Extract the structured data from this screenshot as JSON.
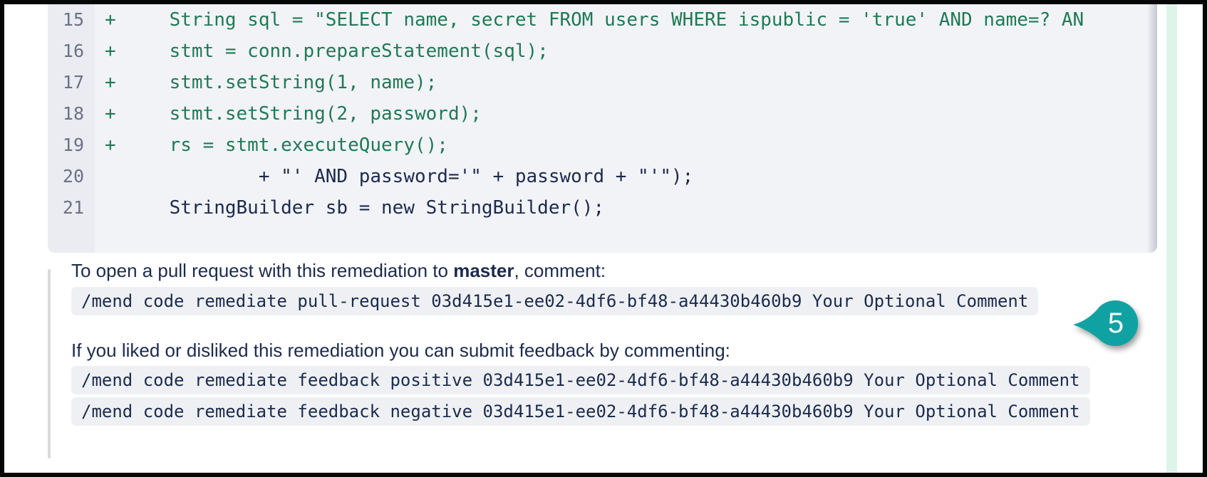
{
  "diff": {
    "lines": [
      {
        "number": "15",
        "marker": "+",
        "type": "addition",
        "content": "    String sql = \"SELECT name, secret FROM users WHERE ispublic = 'true' AND name=? AN"
      },
      {
        "number": "16",
        "marker": "+",
        "type": "addition",
        "content": "    stmt = conn.prepareStatement(sql);"
      },
      {
        "number": "17",
        "marker": "+",
        "type": "addition",
        "content": "    stmt.setString(1, name);"
      },
      {
        "number": "18",
        "marker": "+",
        "type": "addition",
        "content": "    stmt.setString(2, password);"
      },
      {
        "number": "19",
        "marker": "+",
        "type": "addition",
        "content": "    rs = stmt.executeQuery();"
      },
      {
        "number": "20",
        "marker": "",
        "type": "context",
        "content": "            + \"' AND password='\" + password + \"'\");"
      },
      {
        "number": "21",
        "marker": "",
        "type": "context",
        "content": "    StringBuilder sb = new StringBuilder();"
      }
    ]
  },
  "instructions": {
    "pull_request_intro_prefix": "To open a pull request with this remediation to ",
    "pull_request_branch": "master",
    "pull_request_intro_suffix": ", comment:",
    "pull_request_command": "/mend code remediate pull-request 03d415e1-ee02-4df6-bf48-a44430b460b9 Your Optional Comment",
    "feedback_intro": "If you liked or disliked this remediation you can submit feedback by commenting:",
    "feedback_positive_command": "/mend code remediate feedback positive 03d415e1-ee02-4df6-bf48-a44430b460b9 Your Optional Comment",
    "feedback_negative_command": "/mend code remediate feedback negative 03d415e1-ee02-4df6-bf48-a44430b460b9 Your Optional Comment"
  },
  "annotation": {
    "badge_number": "5"
  },
  "colors": {
    "addition_green": "#1f7a55",
    "context_navy": "#1c2b4d",
    "line_number_gray": "#6b7287",
    "code_background": "#f2f3f6",
    "gutter_background": "#ebecf1",
    "inline_code_background": "#eef0f3",
    "badge_teal": "#10a2a2",
    "accent_strip_mint": "#def4e8"
  }
}
